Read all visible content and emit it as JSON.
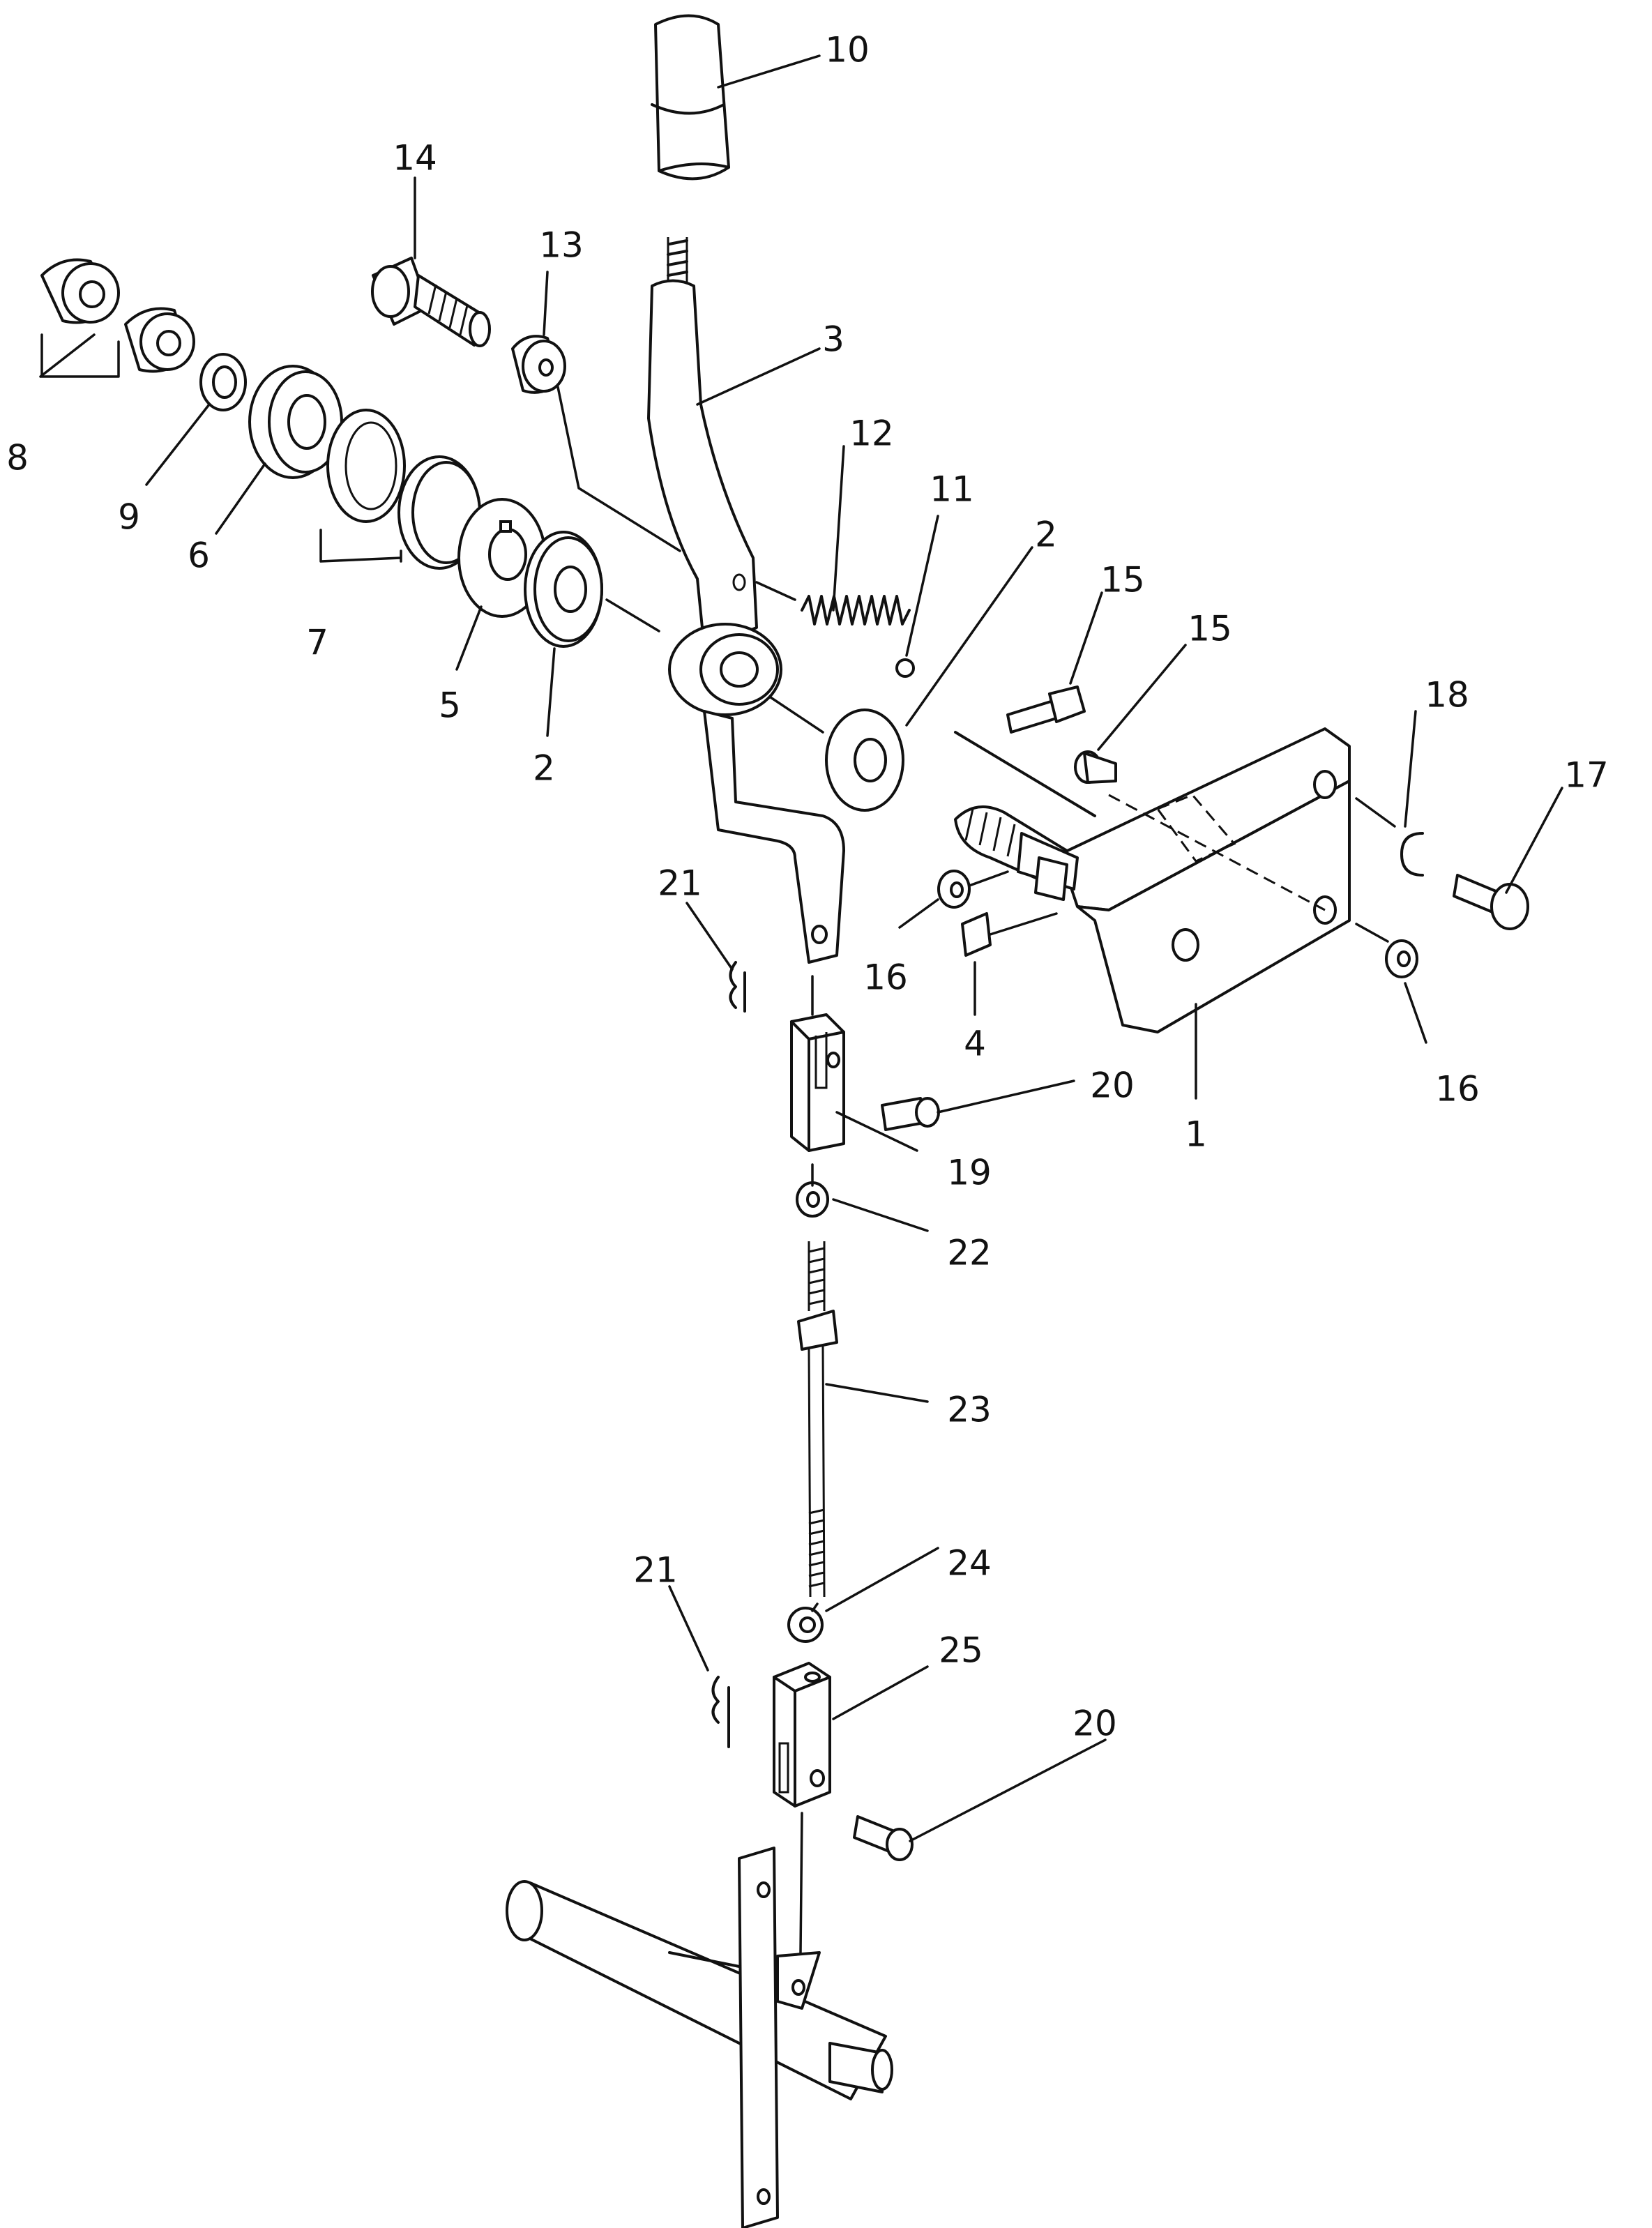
{
  "callouts": [
    {
      "id": "c10",
      "label": "10"
    },
    {
      "id": "c14",
      "label": "14"
    },
    {
      "id": "c13",
      "label": "13"
    },
    {
      "id": "c3",
      "label": "3"
    },
    {
      "id": "c8",
      "label": "8"
    },
    {
      "id": "c9",
      "label": "9"
    },
    {
      "id": "c6",
      "label": "6"
    },
    {
      "id": "c7",
      "label": "7"
    },
    {
      "id": "c5",
      "label": "5"
    },
    {
      "id": "c2a",
      "label": "2"
    },
    {
      "id": "c12",
      "label": "12"
    },
    {
      "id": "c11",
      "label": "11"
    },
    {
      "id": "c2b",
      "label": "2"
    },
    {
      "id": "c15a",
      "label": "15"
    },
    {
      "id": "c15b",
      "label": "15"
    },
    {
      "id": "c18",
      "label": "18"
    },
    {
      "id": "c17",
      "label": "17"
    },
    {
      "id": "c21a",
      "label": "21"
    },
    {
      "id": "c16a",
      "label": "16"
    },
    {
      "id": "c4",
      "label": "4"
    },
    {
      "id": "c16b",
      "label": "16"
    },
    {
      "id": "c20a",
      "label": "20"
    },
    {
      "id": "c1",
      "label": "1"
    },
    {
      "id": "c19",
      "label": "19"
    },
    {
      "id": "c22",
      "label": "22"
    },
    {
      "id": "c23",
      "label": "23"
    },
    {
      "id": "c24",
      "label": "24"
    },
    {
      "id": "c21b",
      "label": "21"
    },
    {
      "id": "c25",
      "label": "25"
    },
    {
      "id": "c20b",
      "label": "20"
    }
  ]
}
